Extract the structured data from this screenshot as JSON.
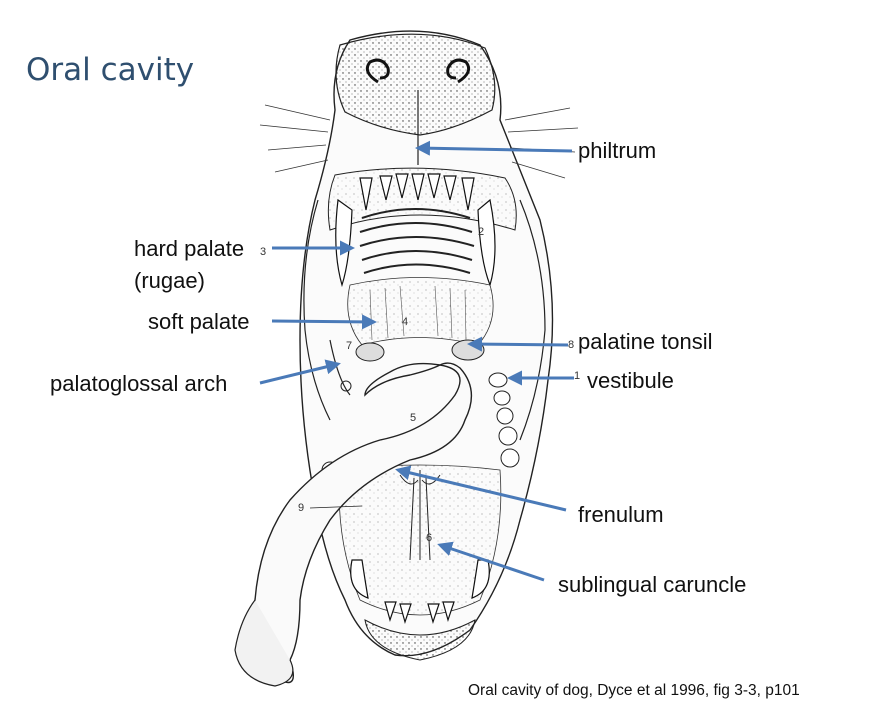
{
  "title": "Oral cavity",
  "labels": {
    "philtrum": "philtrum",
    "hard_palate": "hard palate",
    "rugae": "(rugae)",
    "soft_palate": "soft palate",
    "palatine_tonsil": "palatine tonsil",
    "palatoglossal_arch": "palatoglossal arch",
    "vestibule": "vestibule",
    "frenulum": "frenulum",
    "sublingual_caruncle": "sublingual caruncle"
  },
  "figure_numbers": {
    "n1": "1",
    "n2": "2",
    "n3": "3",
    "n4": "4",
    "n5": "5",
    "n6": "6",
    "n7": "7",
    "n8": "8",
    "n9": "9"
  },
  "caption": {
    "text": "Oral cavity of dog,  Dyce et al 1996, fig 3-3, p101"
  },
  "colors": {
    "arrow": "#4a7ab8",
    "title": "#2f4f6f",
    "ink": "#1a1a1a"
  }
}
